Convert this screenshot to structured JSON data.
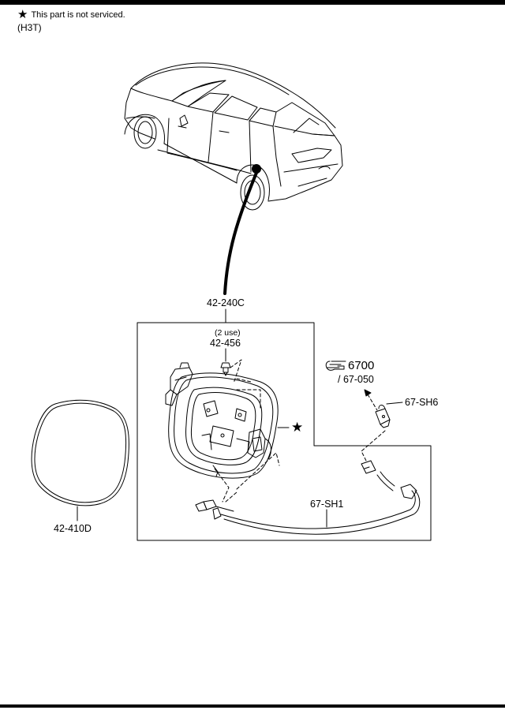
{
  "header": {
    "note_symbol": "★",
    "note_text": "This part is not serviced.",
    "model_code": "(H3T)"
  },
  "callouts": {
    "fuel_lid_assembly": "42-240C",
    "screw_qty": "(2 use)",
    "screw": "42-456",
    "ref_section": "6700",
    "ref_sub": "/ 67-050",
    "connector": "67-SH6",
    "harness": "67-SH1",
    "lid_panel": "42-410D"
  },
  "symbols": {
    "not_serviced_star": "★",
    "reference_icon": "pointing-hand-icon"
  },
  "colors": {
    "line": "#000000",
    "background": "#ffffff"
  }
}
